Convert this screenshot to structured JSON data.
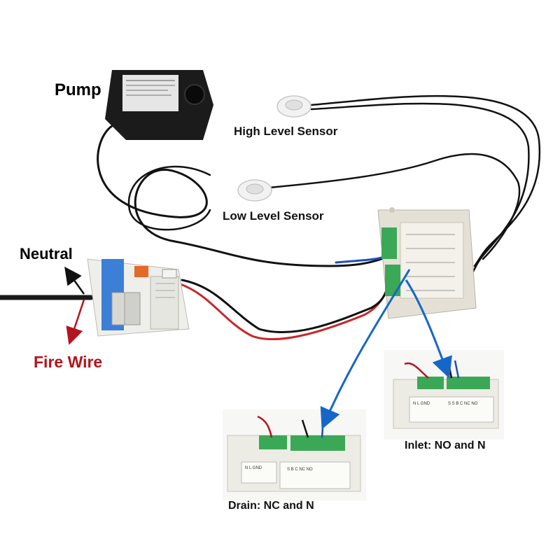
{
  "labels": {
    "pump": "Pump",
    "high_level_sensor": "High Level Sensor",
    "low_level_sensor": "Low Level Sensor",
    "neutral": "Neutral",
    "fire_wire": "Fire Wire",
    "inlet": "Inlet: NO and N",
    "drain": "Drain: NC and N"
  },
  "colors": {
    "fire_wire": "#b3141e",
    "wire_red": "#c8262b",
    "wire_blue": "#1f4fbf",
    "arrow_blue": "#1666c9",
    "terminal_green": "#3aa856",
    "breaker_blue": "#3b7fd6"
  }
}
